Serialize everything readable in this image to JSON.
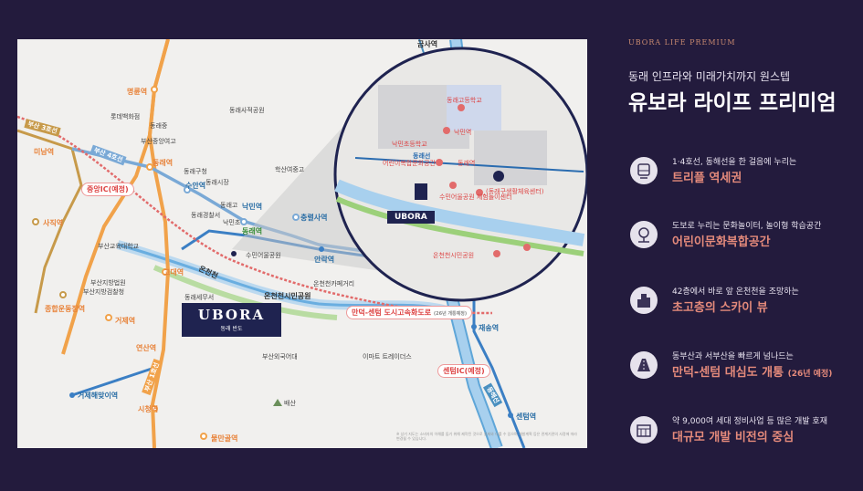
{
  "map": {
    "stations_orange": [
      "명륜역",
      "동래역",
      "미남역",
      "사직역",
      "고대역",
      "종합운동장역",
      "거제역",
      "연산역",
      "시청역",
      "물만골역"
    ],
    "stations_blue": [
      "수안역",
      "낙민역",
      "충렬사역",
      "안락역",
      "재송역",
      "센텀역",
      "거제해맞이역"
    ],
    "stations_other": [
      "동래역",
      "금사역"
    ],
    "places": [
      "롯데백화점",
      "동래중",
      "부산중앙여고",
      "동래구청",
      "동래시장",
      "동래고",
      "동래경찰서",
      "낙민초",
      "부산교육대학교",
      "부산지방법원",
      "부산지방검찰청",
      "동래세무서",
      "학산여중고",
      "수민어울공원",
      "온천천카페거리",
      "온천천시민공원",
      "부산외국어대",
      "이마트 트레이더스",
      "동래사적공원",
      "배산"
    ],
    "line_tags": [
      "부산 3호선",
      "부산 4호선",
      "부산 1호선",
      "온천천",
      "동해선"
    ],
    "ic_tags": [
      "중앙IC(예정)",
      "센텀IC(예정)"
    ],
    "brand": {
      "name": "UBORA",
      "sub": "동래 반도"
    },
    "expressway": {
      "name": "만덕-센텀 도시고속화도로",
      "note": "(26년 개통예정)"
    },
    "zoom_places": [
      "동래고등학교",
      "낙민초등학교",
      "낙민역",
      "동래역",
      "어린이복합문화공간",
      "수민어울공원 체험놀이센터",
      "(동래구생활체육센터)",
      "온천천시민공원",
      "동래선",
      "UBORA"
    ],
    "disclaimer": "※ 상기 지도는 소비자의 이해를 돕기 위해 제작된 것으로 실제와 다를 수 있으며 개발계획 등은 관계기관의 사정에 따라 변경될 수 있습니다."
  },
  "panel": {
    "eyebrow": "UBORA LIFE PREMIUM",
    "subtitle": "동래 인프라와 미래가치까지 원스텝",
    "title": "유보라 라이프 프리미엄",
    "features": [
      {
        "icon": "subway-icon",
        "desc": "1·4호선, 동해선을 한 걸음에 누리는",
        "headline": "트리플 역세권",
        "note": ""
      },
      {
        "icon": "playground-icon",
        "desc": "도보로 누리는 문화놀이터, 놀이형 학습공간",
        "headline": "어린이문화복합공간",
        "note": ""
      },
      {
        "icon": "skyscraper-icon",
        "desc": "42층에서 바로 앞 온천천을 조망하는",
        "headline": "초고층의 스카이 뷰",
        "note": ""
      },
      {
        "icon": "expressway-icon",
        "desc": "동부산과 서부산을 빠르게 넘나드는",
        "headline": "만덕-센텀 대심도 개통",
        "note": "(26년 예정)"
      },
      {
        "icon": "construction-icon",
        "desc": "약 9,000여 세대 정비사업 등 많은 개발 호재",
        "headline": "대규모 개발 비전의 중심",
        "note": ""
      }
    ]
  }
}
